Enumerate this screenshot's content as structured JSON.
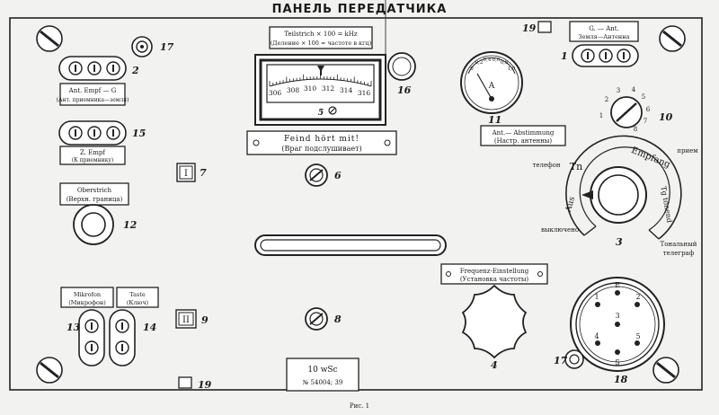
{
  "title": "ПАНЕЛЬ ПЕРЕДАТЧИКА",
  "caption": "Рис. 1",
  "plates": {
    "ground_antenna": [
      "G. — Ant.",
      "Земля—Антенна"
    ],
    "ant_empf": [
      "Ant. Empf — G",
      "(Ант. приемника—земля)"
    ],
    "z_empf": [
      "Z. Empf",
      "(К приемнику)"
    ],
    "oberstrich": [
      "Oberstrich",
      "(Верхн. граница)"
    ],
    "mikrofon": [
      "Mikrofon",
      "(Микрофон)"
    ],
    "taste": [
      "Taste",
      "(Ключ)"
    ],
    "teilstrich": [
      "Teilstrich × 100 = kHz",
      "(Деление × 100 = частоте в кгц)"
    ],
    "feind": [
      "Feind hört mit!",
      "(Враг подслушивает)"
    ],
    "ant_abstimmung": [
      "Ant.— Abstimmung",
      "(Настр. антенны)"
    ],
    "frequenz": [
      "Frequenz-Einstellung",
      "(Установка частоты)"
    ],
    "nameplate": [
      "10 wSc",
      "№ 54004;  39"
    ]
  },
  "numbers": {
    "n1": "1",
    "n2": "2",
    "n3": "3",
    "n4": "4",
    "n5": "5",
    "n6": "6",
    "n7": "7",
    "n8": "8",
    "n9": "9",
    "n10": "10",
    "n11": "11",
    "n12": "12",
    "n13": "13",
    "n14": "14",
    "n15": "15",
    "n16": "16",
    "n17a": "17",
    "n17b": "17",
    "n18": "18",
    "n19a": "19",
    "n19b": "19"
  },
  "scale_ticks": [
    "306",
    "308",
    "310",
    "312",
    "314",
    "316"
  ],
  "meter": {
    "letter": "A",
    "ticks": [
      "0",
      "0,2",
      "0,4",
      "0,6",
      "0,8",
      "1,0"
    ]
  },
  "switch_ticks": [
    "1",
    "2",
    "3",
    "4",
    "5",
    "6",
    "7",
    "8"
  ],
  "mode_switch": {
    "ru_telephone": "телефон",
    "tn": "Tn",
    "empfang": "Empfang",
    "ru_receive": "прием",
    "tg_tonend": "Tg tönend",
    "ru_tonal": "Тональный",
    "ru_telegraph": "телеграф",
    "aus": "Aus",
    "ru_off": "выключено"
  },
  "switch_labels": {
    "s7": "I",
    "s9": "II"
  },
  "connector": {
    "pins": [
      "E",
      "1",
      "2",
      "3",
      "4",
      "5",
      "S"
    ]
  }
}
